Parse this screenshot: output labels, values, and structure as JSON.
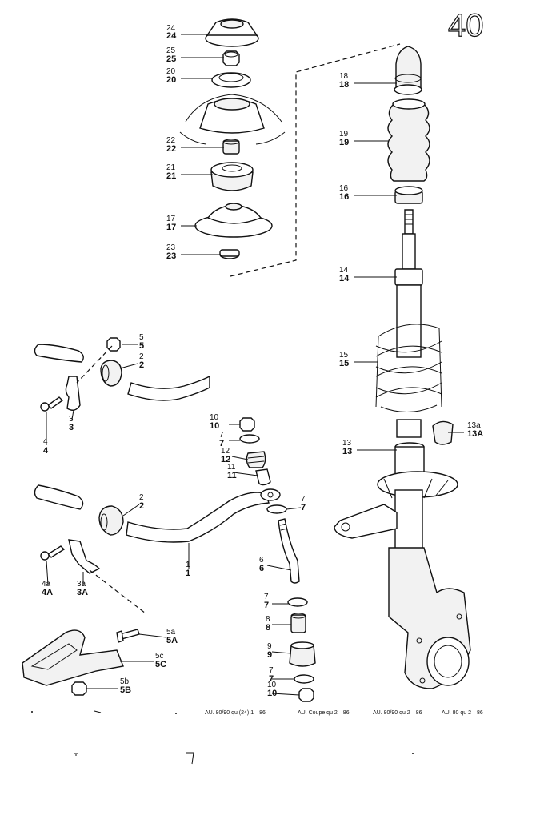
{
  "page_number": "40",
  "footnote": {
    "items": [
      "AU. 80/90 qu (24) 1—86",
      "AU. Coupe qu 2—86",
      "AU. 80/90 qu 2—86",
      "AU. 80 qu 2—86"
    ]
  },
  "callouts": [
    {
      "id": "24",
      "top": "24",
      "bottom": "24"
    },
    {
      "id": "25",
      "top": "25",
      "bottom": "25"
    },
    {
      "id": "20",
      "top": "20",
      "bottom": "20"
    },
    {
      "id": "22",
      "top": "22",
      "bottom": "22"
    },
    {
      "id": "21",
      "top": "21",
      "bottom": "21"
    },
    {
      "id": "17",
      "top": "17",
      "bottom": "17"
    },
    {
      "id": "23",
      "top": "23",
      "bottom": "23"
    },
    {
      "id": "18",
      "top": "18",
      "bottom": "18"
    },
    {
      "id": "19",
      "top": "19",
      "bottom": "19"
    },
    {
      "id": "16",
      "top": "16",
      "bottom": "16"
    },
    {
      "id": "14",
      "top": "14",
      "bottom": "14"
    },
    {
      "id": "15",
      "top": "15",
      "bottom": "15"
    },
    {
      "id": "13a",
      "top": "13a",
      "bottom": "13A"
    },
    {
      "id": "13",
      "top": "13",
      "bottom": "13"
    },
    {
      "id": "5-upper",
      "top": "5",
      "bottom": "5"
    },
    {
      "id": "2-upper",
      "top": "2",
      "bottom": "2"
    },
    {
      "id": "3",
      "top": "3",
      "bottom": "3"
    },
    {
      "id": "4",
      "top": "4",
      "bottom": "4"
    },
    {
      "id": "10-upper",
      "top": "10",
      "bottom": "10"
    },
    {
      "id": "7-a",
      "top": "7",
      "bottom": "7"
    },
    {
      "id": "12",
      "top": "12",
      "bottom": "12"
    },
    {
      "id": "11",
      "top": "11",
      "bottom": "11"
    },
    {
      "id": "2-lower",
      "top": "2",
      "bottom": "2"
    },
    {
      "id": "7-b",
      "top": "7",
      "bottom": "7"
    },
    {
      "id": "1",
      "top": "1",
      "bottom": "1"
    },
    {
      "id": "6",
      "top": "6",
      "bottom": "6"
    },
    {
      "id": "7-c",
      "top": "7",
      "bottom": "7"
    },
    {
      "id": "8",
      "top": "8",
      "bottom": "8"
    },
    {
      "id": "9",
      "top": "9",
      "bottom": "9"
    },
    {
      "id": "7-d",
      "top": "7",
      "bottom": "7"
    },
    {
      "id": "10-lower",
      "top": "10",
      "bottom": "10"
    },
    {
      "id": "4a",
      "top": "4a",
      "bottom": "4A"
    },
    {
      "id": "3a",
      "top": "3a",
      "bottom": "3A"
    },
    {
      "id": "5a",
      "top": "5a",
      "bottom": "5A"
    },
    {
      "id": "5c",
      "top": "5c",
      "bottom": "5C"
    },
    {
      "id": "5b",
      "top": "5b",
      "bottom": "5B"
    }
  ]
}
